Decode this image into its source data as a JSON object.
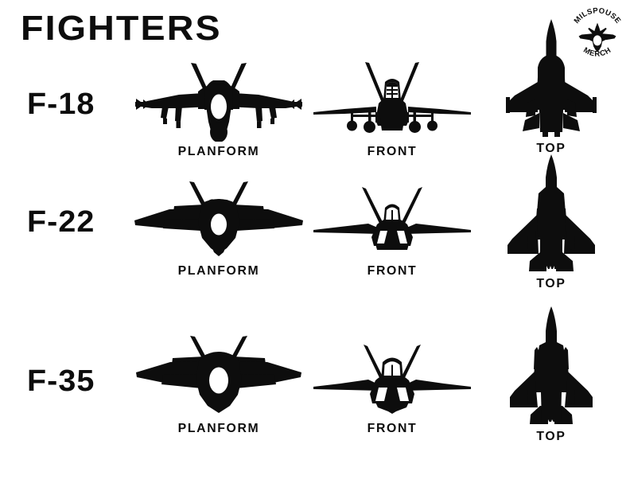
{
  "page": {
    "title": "FIGHTERS",
    "background_color": "#ffffff",
    "ink_color": "#0d0d0d"
  },
  "brand_logo": {
    "name": "milspouse-merch-logo",
    "text_top": "MILSPOUSE",
    "text_bottom": "MERCH",
    "emblem": "jet-silhouette"
  },
  "columns": [
    {
      "key": "planform",
      "caption": "PLANFORM"
    },
    {
      "key": "front",
      "caption": "FRONT"
    },
    {
      "key": "top",
      "caption": "TOP"
    }
  ],
  "rows": [
    {
      "label": "F-18",
      "captions": {
        "planform": "PLANFORM",
        "front": "FRONT",
        "top": "TOP"
      }
    },
    {
      "label": "F-22",
      "captions": {
        "planform": "PLANFORM",
        "front": "FRONT",
        "top": "TOP"
      }
    },
    {
      "label": "F-35",
      "captions": {
        "planform": "PLANFORM",
        "front": "FRONT",
        "top": "TOP"
      }
    }
  ]
}
